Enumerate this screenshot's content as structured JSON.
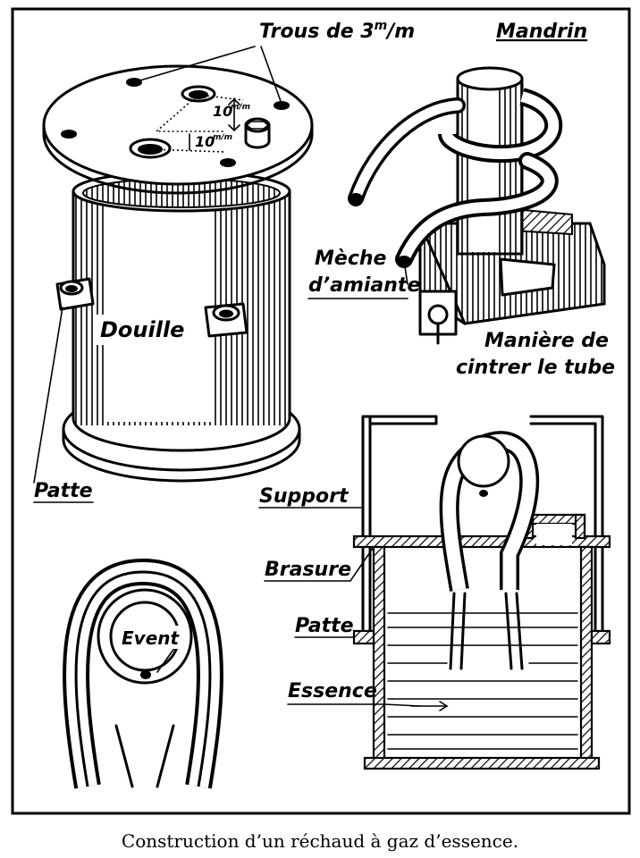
{
  "caption": "Construction d’un réchaud à gaz d’essence.",
  "labels": {
    "trous": "Trous de 3",
    "trous_sup": "m",
    "trous_end": "/m",
    "mandrin": "Mandrin",
    "dim_1": "10",
    "dim_2": "10",
    "dim_unit": "m/m",
    "douille": "Douille",
    "meche_1": "Mèche",
    "meche_2": "d’amiante",
    "maniere_1": "Manière de",
    "maniere_2": "cintrer le tube",
    "patte_left": "Patte",
    "support": "Support",
    "brasure": "Brasure",
    "patte_right": "Patte",
    "essence": "Essence",
    "event": "Event"
  }
}
